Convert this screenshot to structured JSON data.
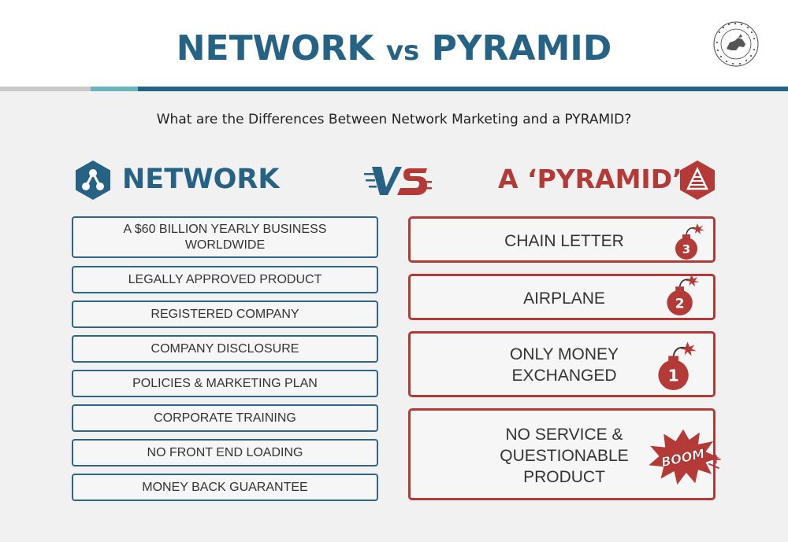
{
  "header": {
    "title_left": "NETWORK",
    "title_vs": "vs",
    "title_right": "PYRAMID",
    "seal_icon": "company-seal-logo"
  },
  "subtitle": "What are the Differences Between Network Marketing and a PYRAMID?",
  "network": {
    "heading": "NETWORK",
    "icon": "network-nodes-icon",
    "items": [
      "A $60 BILLION YEARLY BUSINESS WORLDWIDE",
      "LEGALLY APPROVED PRODUCT",
      "REGISTERED COMPANY",
      "COMPANY DISCLOSURE",
      "POLICIES & MARKETING PLAN",
      "CORPORATE TRAINING",
      "NO FRONT END LOADING",
      "MONEY BACK GUARANTEE"
    ]
  },
  "versus": {
    "icon": "vs-icon"
  },
  "pyramid": {
    "heading": "A ‘PYRAMID’",
    "icon": "pyramid-icon",
    "items": [
      {
        "label": "CHAIN LETTER",
        "bomb_number": "3"
      },
      {
        "label": "AIRPLANE",
        "bomb_number": "2"
      },
      {
        "label": "ONLY MONEY EXCHANGED",
        "bomb_number": "1"
      },
      {
        "label": "NO SERVICE & QUESTIONABLE PRODUCT",
        "boom_text": "BOOM"
      }
    ]
  },
  "colors": {
    "network_blue": "#256283",
    "pyramid_red": "#b33a36",
    "background": "#f1f1f1"
  }
}
